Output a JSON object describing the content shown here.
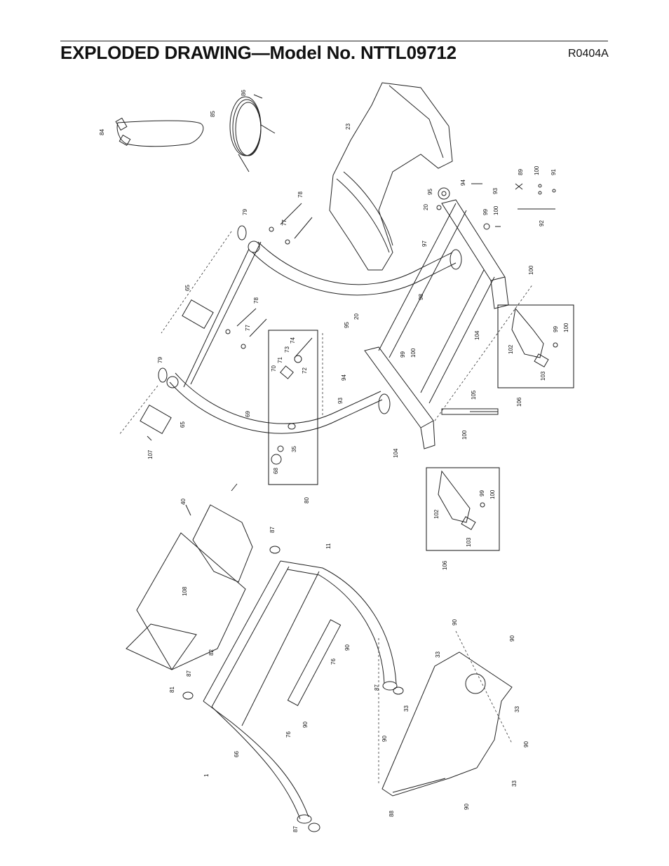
{
  "header": {
    "title": "EXPLODED DRAWING—Model No. NTTL09712",
    "code": "R0404A"
  },
  "parts": [
    {
      "id": "p1",
      "label": "84"
    },
    {
      "id": "p2",
      "label": "86"
    },
    {
      "id": "p3",
      "label": "85"
    },
    {
      "id": "p4",
      "label": "23"
    },
    {
      "id": "p5",
      "label": "89"
    },
    {
      "id": "p6",
      "label": "100"
    },
    {
      "id": "p7",
      "label": "91"
    },
    {
      "id": "p8",
      "label": "94"
    },
    {
      "id": "p9",
      "label": "95"
    },
    {
      "id": "p10",
      "label": "93"
    },
    {
      "id": "p11",
      "label": "20"
    },
    {
      "id": "p12",
      "label": "99"
    },
    {
      "id": "p13",
      "label": "100"
    },
    {
      "id": "p14",
      "label": "92"
    },
    {
      "id": "p15",
      "label": "78"
    },
    {
      "id": "p16",
      "label": "79"
    },
    {
      "id": "p17",
      "label": "77"
    },
    {
      "id": "p18",
      "label": "97"
    },
    {
      "id": "p19",
      "label": "100"
    },
    {
      "id": "p20",
      "label": "65"
    },
    {
      "id": "p21",
      "label": "98"
    },
    {
      "id": "p22",
      "label": "78"
    },
    {
      "id": "p23",
      "label": "77"
    },
    {
      "id": "p24",
      "label": "95"
    },
    {
      "id": "p25",
      "label": "20"
    },
    {
      "id": "p26",
      "label": "104"
    },
    {
      "id": "p27",
      "label": "99"
    },
    {
      "id": "p28",
      "label": "100"
    },
    {
      "id": "p29",
      "label": "102"
    },
    {
      "id": "p30",
      "label": "103"
    },
    {
      "id": "p31",
      "label": "79"
    },
    {
      "id": "p32",
      "label": "74"
    },
    {
      "id": "p33",
      "label": "73"
    },
    {
      "id": "p34",
      "label": "71"
    },
    {
      "id": "p35",
      "label": "70"
    },
    {
      "id": "p36",
      "label": "72"
    },
    {
      "id": "p37",
      "label": "99"
    },
    {
      "id": "p38",
      "label": "100"
    },
    {
      "id": "p39",
      "label": "94"
    },
    {
      "id": "p40",
      "label": "93"
    },
    {
      "id": "p41",
      "label": "106"
    },
    {
      "id": "p42",
      "label": "105"
    },
    {
      "id": "p43",
      "label": "69"
    },
    {
      "id": "p44",
      "label": "65"
    },
    {
      "id": "p45",
      "label": "107"
    },
    {
      "id": "p46",
      "label": "35"
    },
    {
      "id": "p47",
      "label": "68"
    },
    {
      "id": "p48",
      "label": "100"
    },
    {
      "id": "p49",
      "label": "104"
    },
    {
      "id": "p50",
      "label": "80"
    },
    {
      "id": "p51",
      "label": "99"
    },
    {
      "id": "p52",
      "label": "100"
    },
    {
      "id": "p53",
      "label": "102"
    },
    {
      "id": "p54",
      "label": "103"
    },
    {
      "id": "p55",
      "label": "106"
    },
    {
      "id": "p56",
      "label": "40"
    },
    {
      "id": "p57",
      "label": "87"
    },
    {
      "id": "p58",
      "label": "11"
    },
    {
      "id": "p59",
      "label": "108"
    },
    {
      "id": "p60",
      "label": "82"
    },
    {
      "id": "p61",
      "label": "81"
    },
    {
      "id": "p62",
      "label": "87"
    },
    {
      "id": "p63",
      "label": "90"
    },
    {
      "id": "p64",
      "label": "76"
    },
    {
      "id": "p65",
      "label": "90"
    },
    {
      "id": "p66",
      "label": "33"
    },
    {
      "id": "p67",
      "label": "87"
    },
    {
      "id": "p68",
      "label": "76"
    },
    {
      "id": "p69",
      "label": "90"
    },
    {
      "id": "p70",
      "label": "33"
    },
    {
      "id": "p71",
      "label": "33"
    },
    {
      "id": "p72",
      "label": "90"
    },
    {
      "id": "p73",
      "label": "90"
    },
    {
      "id": "p74",
      "label": "66"
    },
    {
      "id": "p75",
      "label": "1"
    },
    {
      "id": "p76",
      "label": "90"
    },
    {
      "id": "p77",
      "label": "33"
    },
    {
      "id": "p78",
      "label": "88"
    },
    {
      "id": "p79",
      "label": "90"
    },
    {
      "id": "p80",
      "label": "87"
    }
  ]
}
